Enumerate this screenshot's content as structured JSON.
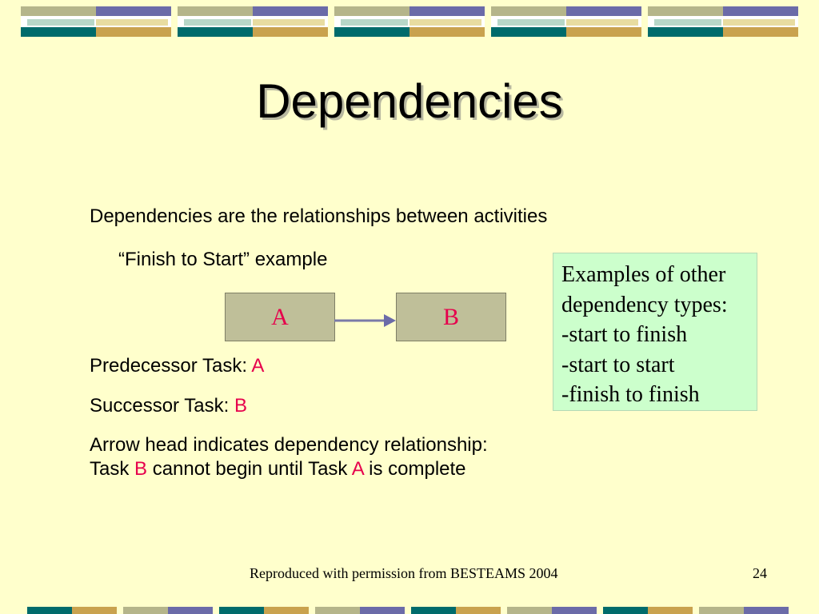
{
  "slide": {
    "title": "Dependencies",
    "intro": "Dependencies are the relationships between activities",
    "example_label": "“Finish to Start” example",
    "diagram": {
      "predecessor_box": "A",
      "successor_box": "B"
    },
    "predecessor": {
      "label": "Predecessor Task: ",
      "value": "A"
    },
    "successor": {
      "label": "Successor Task: ",
      "value": "B"
    },
    "arrow_note": {
      "line1": "Arrow head indicates dependency relationship:",
      "line2_prefix": "Task ",
      "line2_task_b": "B",
      "line2_middle": " cannot begin until Task ",
      "line2_task_a": "A",
      "line2_suffix": " is complete"
    },
    "examples": {
      "line1": "Examples of other",
      "line2": "dependency types:",
      "line3": "-start to finish",
      "line4": "-start to start",
      "line5": "-finish to finish"
    },
    "footer_credit": "Reproduced with permission from BESTEAMS 2004",
    "page_number": "24"
  },
  "colors": {
    "background": "#ffffcc",
    "accent_red": "#e6004c",
    "task_box": "#bfbf99",
    "examples_box": "#ccffcc",
    "band_olive": "#b5b58a",
    "band_purple": "#6b6ba8",
    "band_teal": "#006b6b",
    "band_gold": "#c9a24e"
  }
}
